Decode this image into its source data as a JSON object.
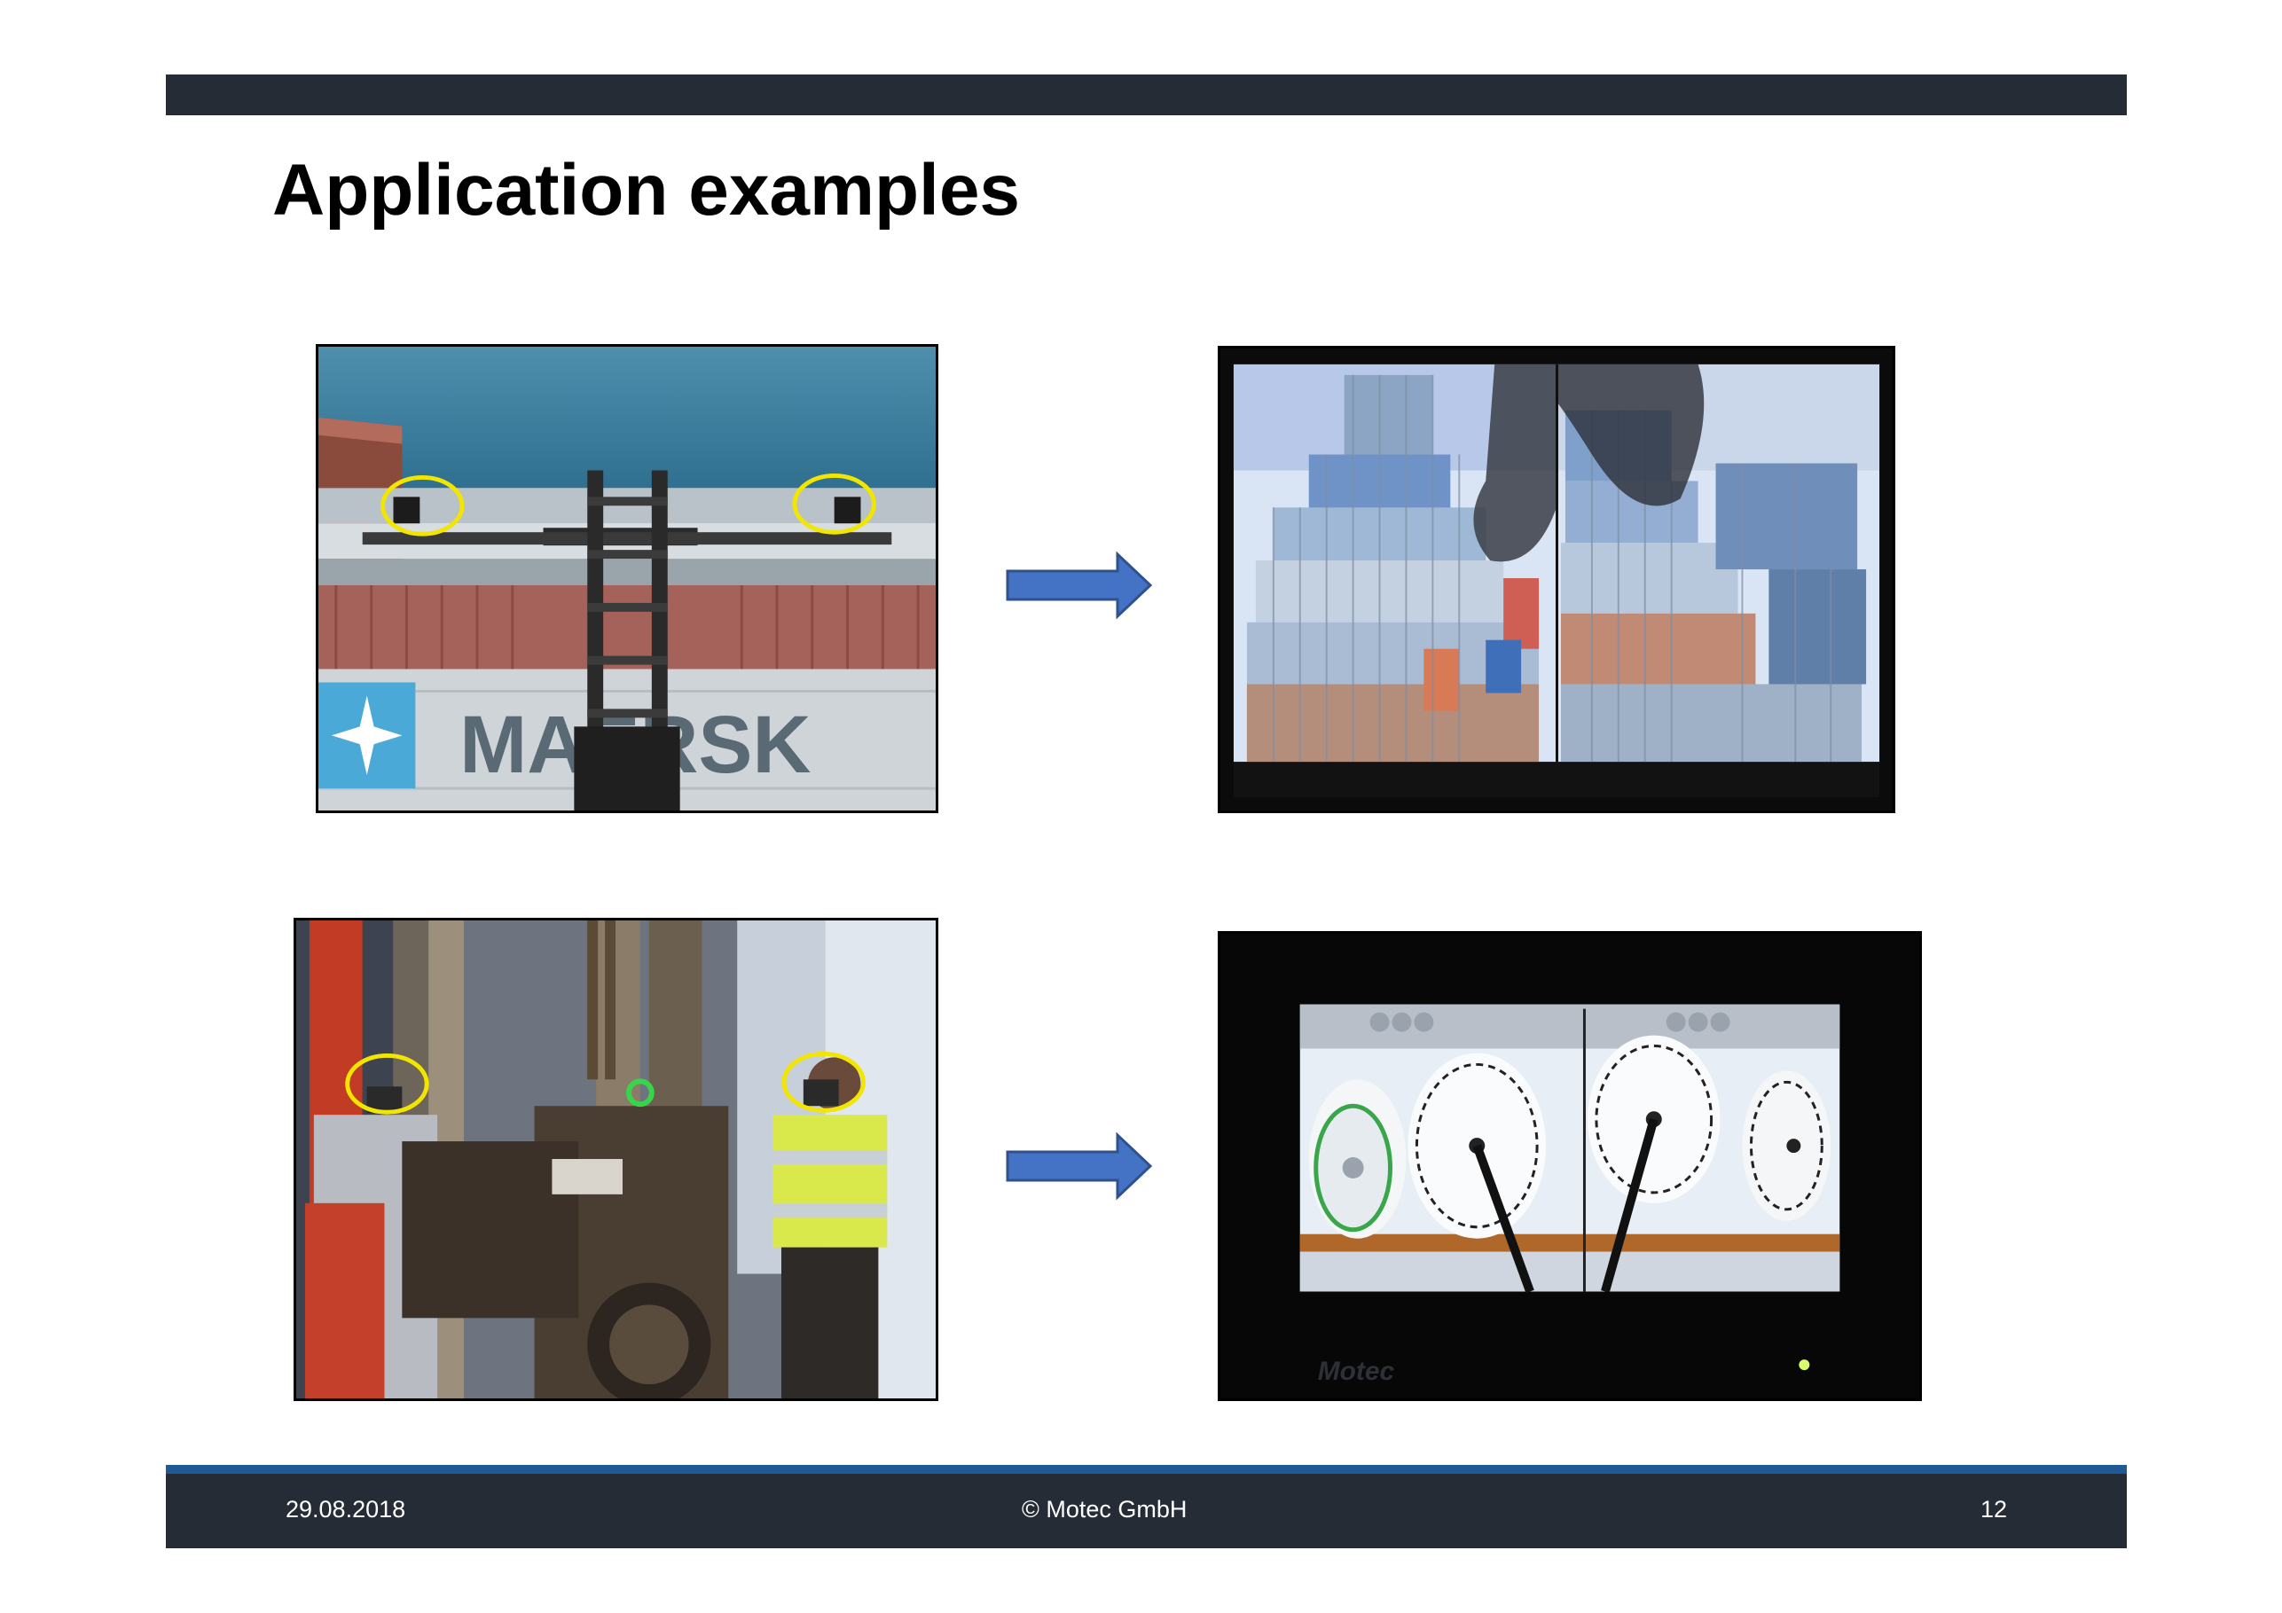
{
  "slide": {
    "title": "Application examples"
  },
  "colors": {
    "header_bar": "#262c36",
    "footer_bar": "#262c36",
    "footer_accent": "#1f5a94",
    "arrow_fill": "#4472c4",
    "highlight_circle": "#f2e600"
  },
  "images": {
    "container_photo": {
      "logo_text": "MAERSK"
    },
    "forklift_photo": {},
    "container_monitor": {},
    "rolls_monitor": {
      "brand_text": "Motec"
    }
  },
  "icons": {
    "arrow": "right-arrow-icon"
  },
  "footer": {
    "date": "29.08.2018",
    "copyright": "© Motec GmbH",
    "page_number": "12"
  }
}
